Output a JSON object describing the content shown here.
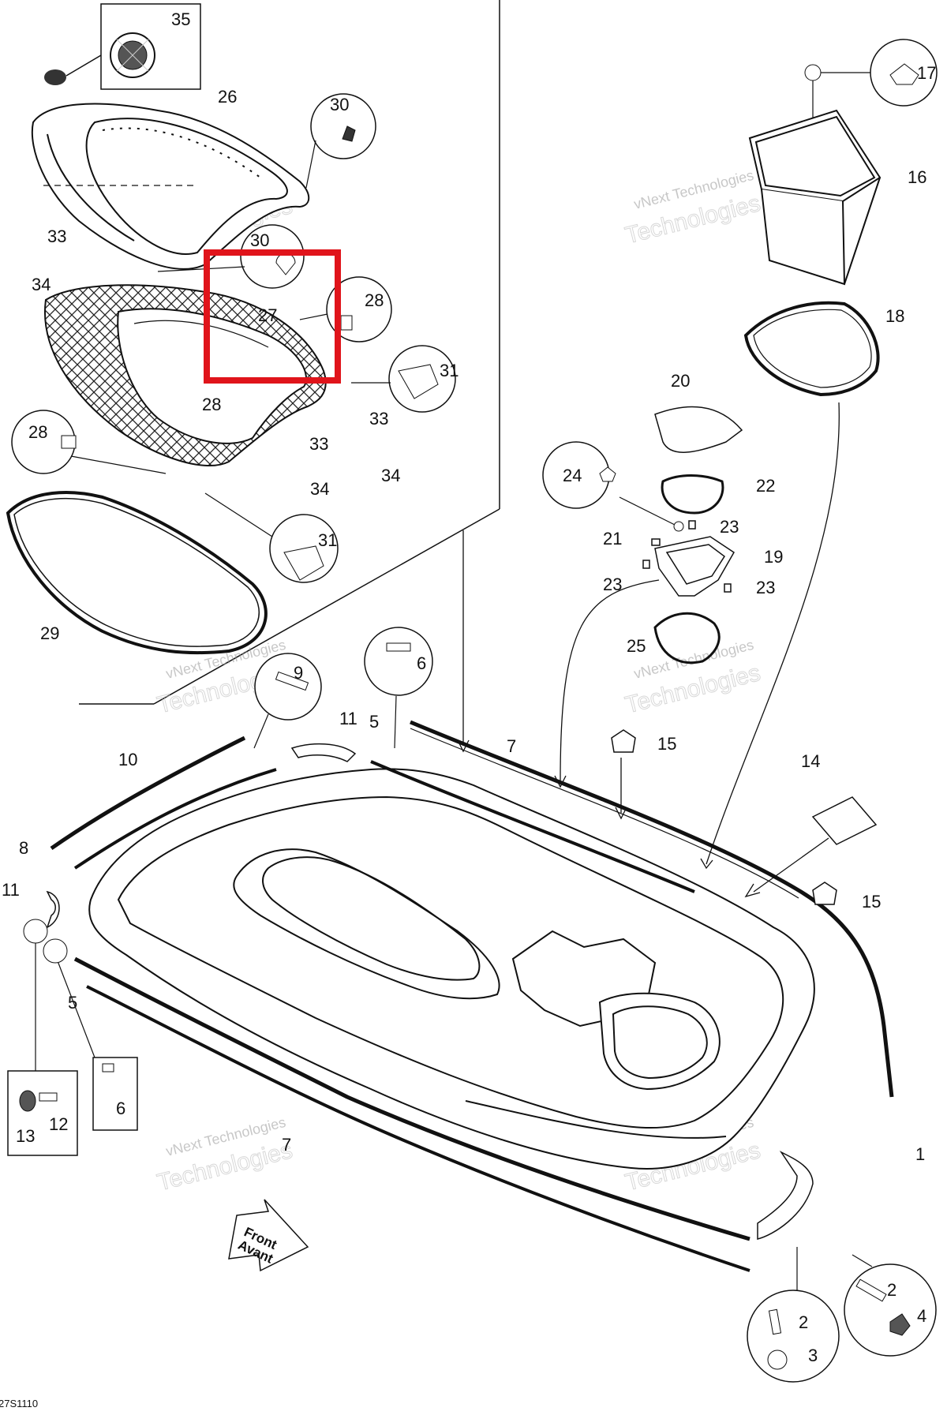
{
  "figure_code": "27S1110",
  "highlight_color": "#e0141b",
  "front_arrow": {
    "line1": "Front",
    "line2": "Avant"
  },
  "watermark": {
    "company": "vNext Technologies",
    "word": "Technologies"
  },
  "callouts": {
    "c1": "1",
    "c2a": "2",
    "c2b": "2",
    "c3": "3",
    "c4": "4",
    "c5a": "5",
    "c5b": "5",
    "c6a": "6",
    "c6b": "6",
    "c7a": "7",
    "c7b": "7",
    "c8": "8",
    "c9": "9",
    "c10": "10",
    "c11a": "11",
    "c11b": "11",
    "c12": "12",
    "c13": "13",
    "c14": "14",
    "c15a": "15",
    "c15b": "15",
    "c16": "16",
    "c17": "17",
    "c18": "18",
    "c19": "19",
    "c20": "20",
    "c21": "21",
    "c22": "22",
    "c23a": "23",
    "c23b": "23",
    "c23c": "23",
    "c24": "24",
    "c25": "25",
    "c26": "26",
    "c27": "27",
    "c28a": "28",
    "c28b": "28",
    "c28c": "28",
    "c29": "29",
    "c30a": "30",
    "c30b": "30",
    "c31a": "31",
    "c31b": "31",
    "c33a": "33",
    "c33b": "33",
    "c33c": "33",
    "c34a": "34",
    "c34b": "34",
    "c34c": "34",
    "c35": "35"
  }
}
